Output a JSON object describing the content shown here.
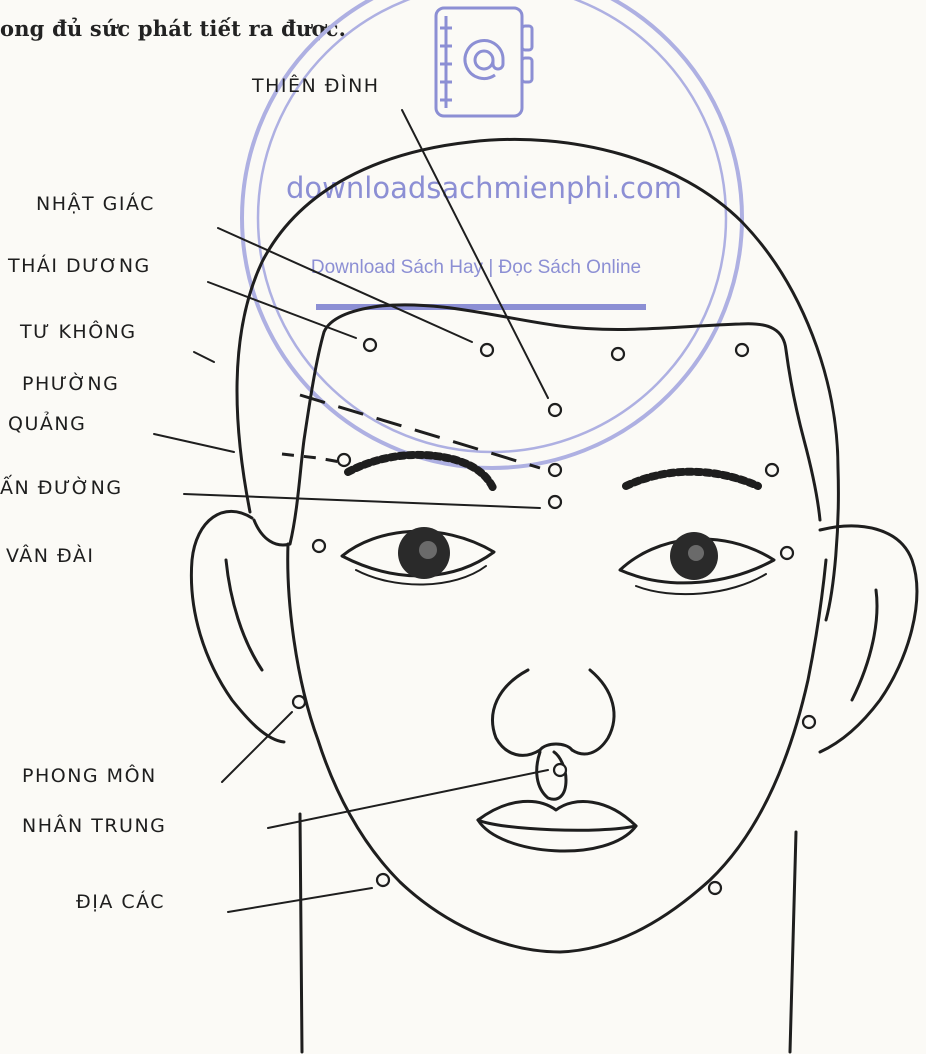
{
  "page": {
    "top_text": "ong đủ sức phát tiết ra được."
  },
  "watermark": {
    "site": "downloadsachmienphi.com",
    "tagline": "Download Sách Hay | Đọc Sách Online",
    "icon": "address-book-at-icon",
    "color": "#8c8fd4"
  },
  "labels": {
    "thien_dinh": "THIÊN ĐÌNH",
    "nhat_giac": "NHẬT GIÁC",
    "thai_duong": "THÁI DƯƠNG",
    "tu_khong": "TƯ KHÔNG",
    "phuong_quang_1": "PHƯỜNG",
    "phuong_quang_2": "QUẢNG",
    "an_duong": "ẤN ĐƯỜNG",
    "van_dai": "VÂN ĐÀI",
    "phong_mon": "PHONG MÔN",
    "nhan_trung": "NHÂN TRUNG",
    "dia_cac": "ĐỊA CÁC"
  }
}
